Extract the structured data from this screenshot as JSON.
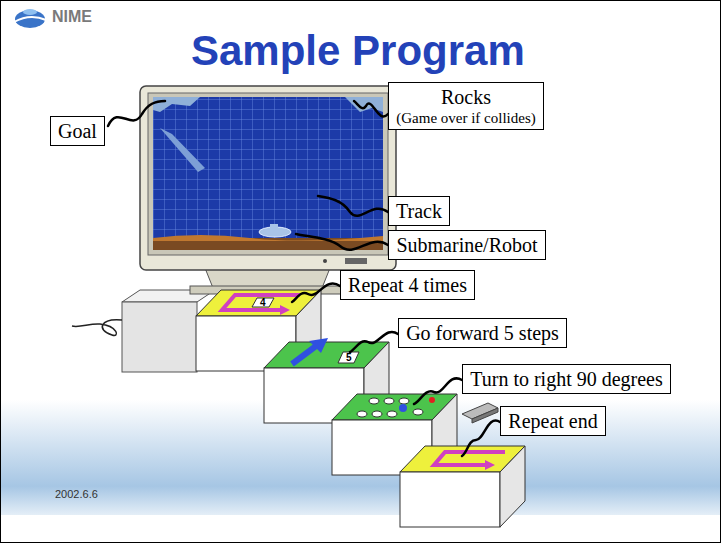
{
  "diagram": {
    "title": "Sample Program",
    "nodes": [
      {
        "text": [
          "Goal"
        ]
      },
      {
        "text": [
          "Rocks",
          "(Game over if collides)"
        ]
      },
      {
        "text": [
          "Track"
        ]
      },
      {
        "text": [
          "Submarine/Robot"
        ]
      },
      {
        "text": [
          "Repeat 4 times"
        ]
      },
      {
        "text": [
          "Go forward 5 steps"
        ]
      },
      {
        "text": [
          "Turn to right 90 degrees"
        ]
      },
      {
        "text": [
          "Repeat end"
        ]
      }
    ],
    "labels": [
      "NIME",
      "4",
      "5",
      "2002.6.6"
    ]
  }
}
